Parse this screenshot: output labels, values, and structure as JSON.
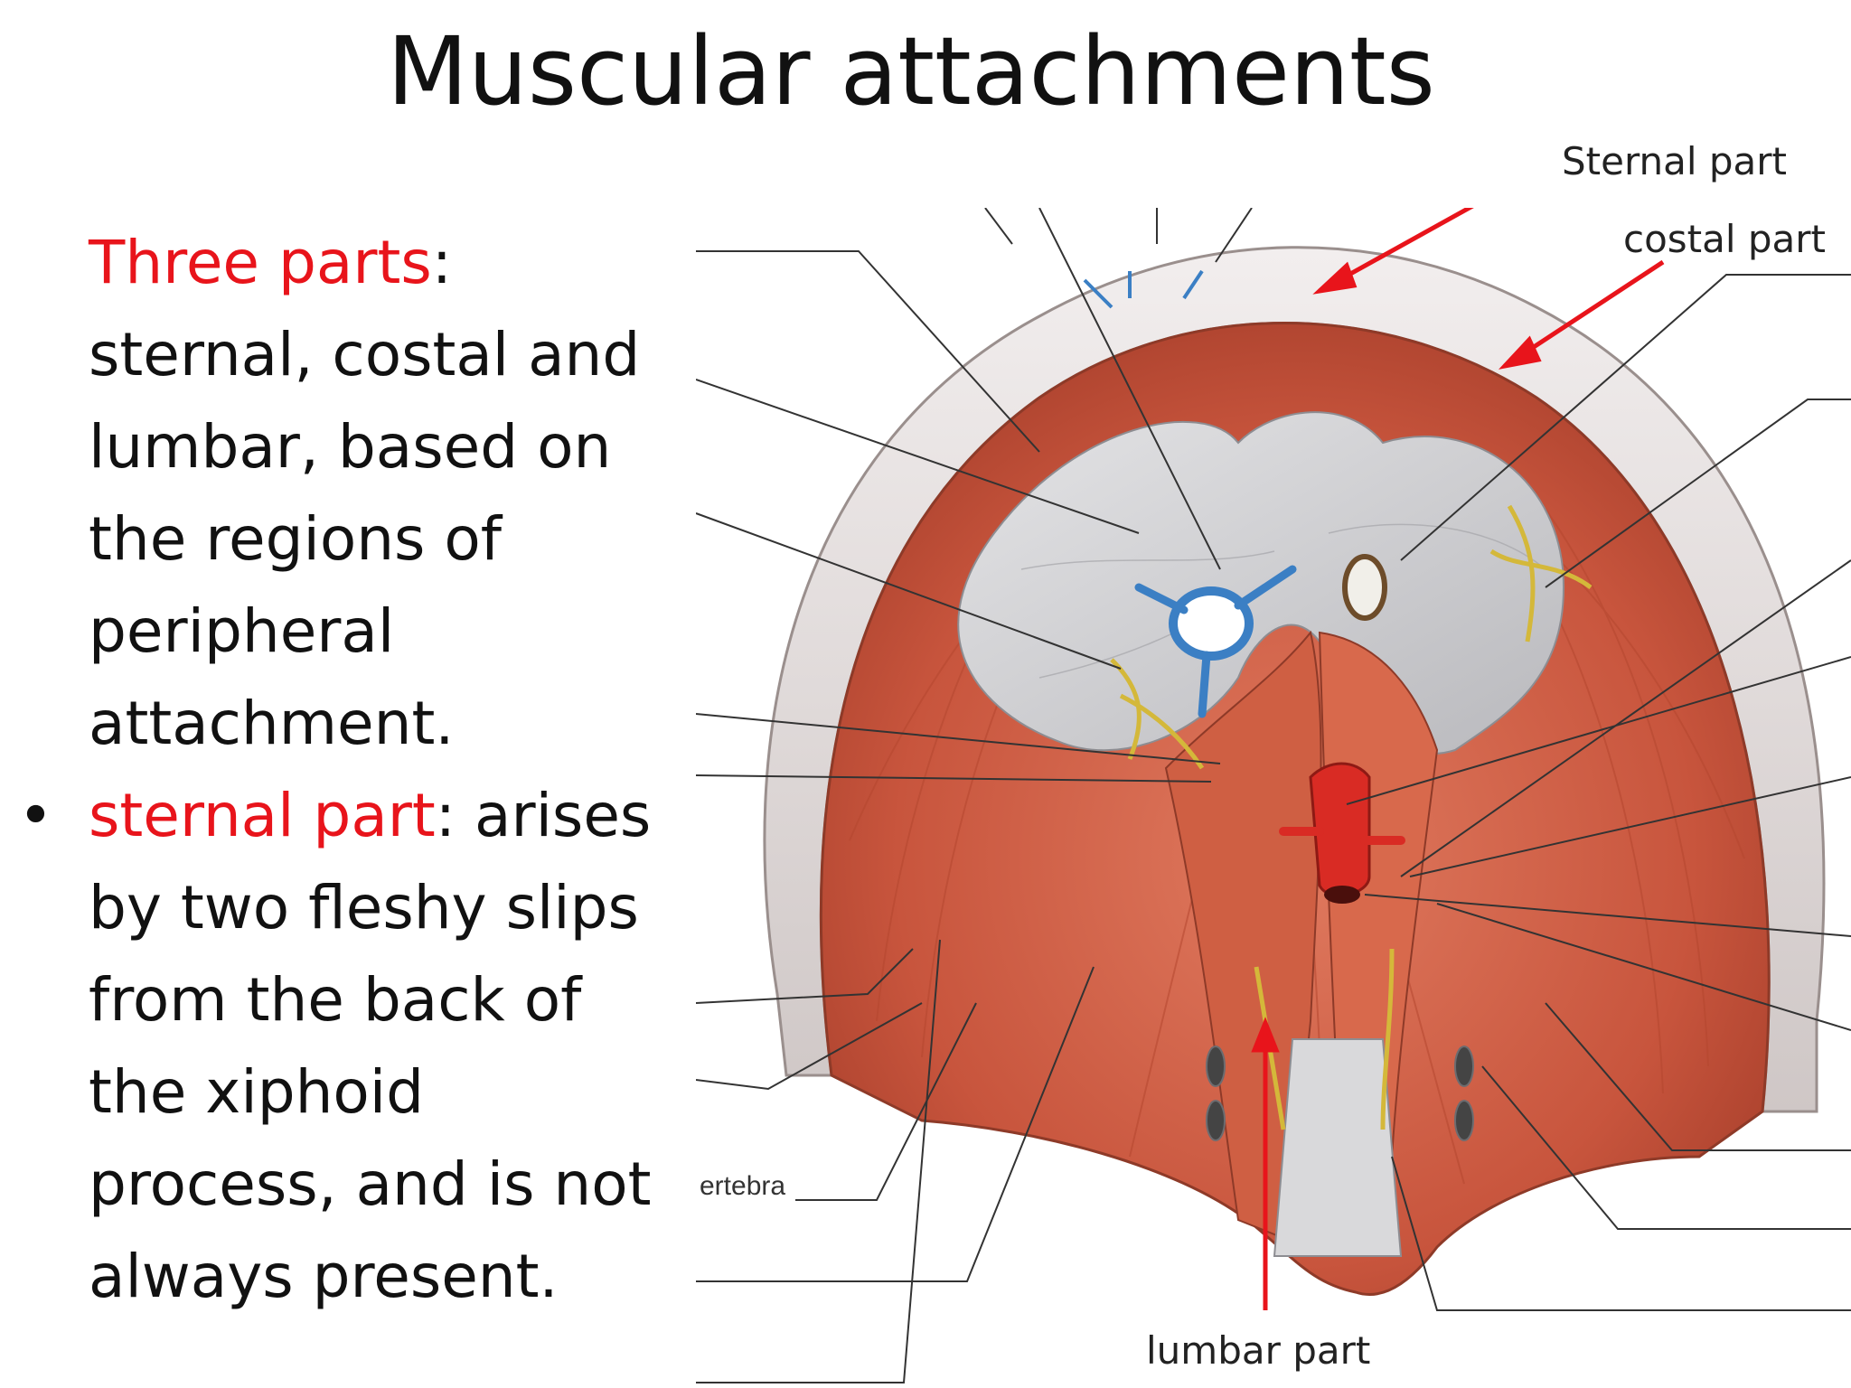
{
  "slide": {
    "title": "Muscular attachments",
    "para1": {
      "highlight": "Three parts",
      "rest": ": sternal, costal and lumbar, based on the regions of peripheral attachment."
    },
    "bullet": {
      "highlight": "sternal part",
      "rest": ": arises by two fleshy slips from the back of the xiphoid process, and is not always present."
    }
  },
  "figure": {
    "labels": {
      "sternal": "Sternal part",
      "costal": "costal part",
      "lumbar": "lumbar part",
      "vertebra": "ertebra"
    },
    "colors": {
      "muscle": "#c8553d",
      "tendon": "#cfcfd2",
      "arrow": "#e8141b",
      "vessel": "#3b7fc4",
      "nerve": "#d4b83a"
    }
  }
}
